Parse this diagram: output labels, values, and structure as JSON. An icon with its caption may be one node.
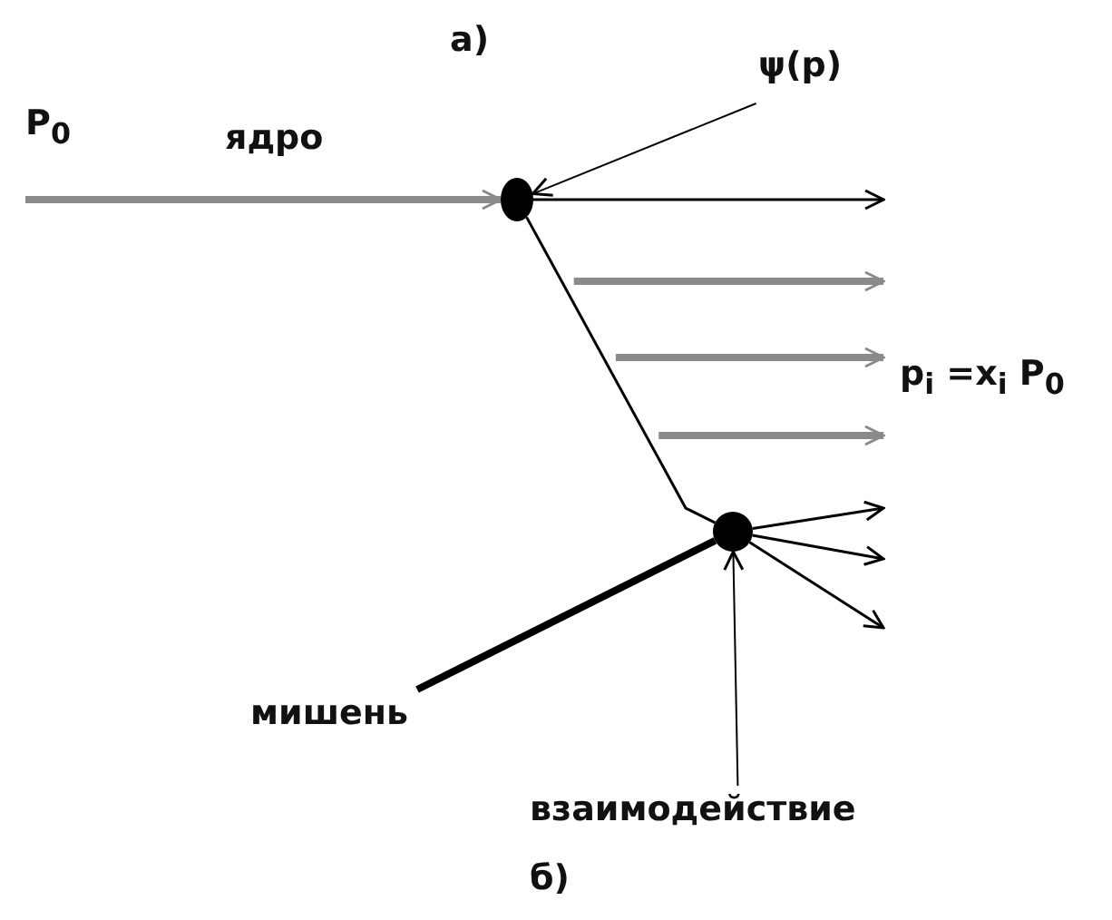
{
  "diagram": {
    "nodes": [
      {
        "text": [
          "ψ(p)"
        ]
      },
      {
        "text": [],
        "shape": "circle"
      },
      {
        "text": [
          "взаимодействие"
        ]
      },
      {
        "text": [],
        "shape": "circle"
      },
      {
        "text": [
          "мишень"
        ]
      }
    ],
    "edges": [
      {
        "from": 0,
        "to": 1,
        "arrow": "to"
      },
      {
        "from": null,
        "to": 1,
        "arrow": "to",
        "style": "thick",
        "color": "#8a8a8a"
      },
      {
        "from": 1,
        "to": null,
        "arrow": "to"
      },
      {
        "from": 1,
        "to": 3,
        "arrow": "none"
      },
      {
        "from": 3,
        "to": null,
        "arrow": "to"
      },
      {
        "from": 3,
        "to": null,
        "arrow": "to"
      },
      {
        "from": 3,
        "to": null,
        "arrow": "to"
      },
      {
        "from": 4,
        "to": 3,
        "arrow": "none",
        "style": "thick"
      },
      {
        "from": 2,
        "to": 3,
        "arrow": "to"
      }
    ],
    "labels": [
      "а)",
      "P$_{0}$",
      "ядро",
      "p$_{i}$ =x$_{i}$ P$_{0}$",
      "б)"
    ]
  }
}
